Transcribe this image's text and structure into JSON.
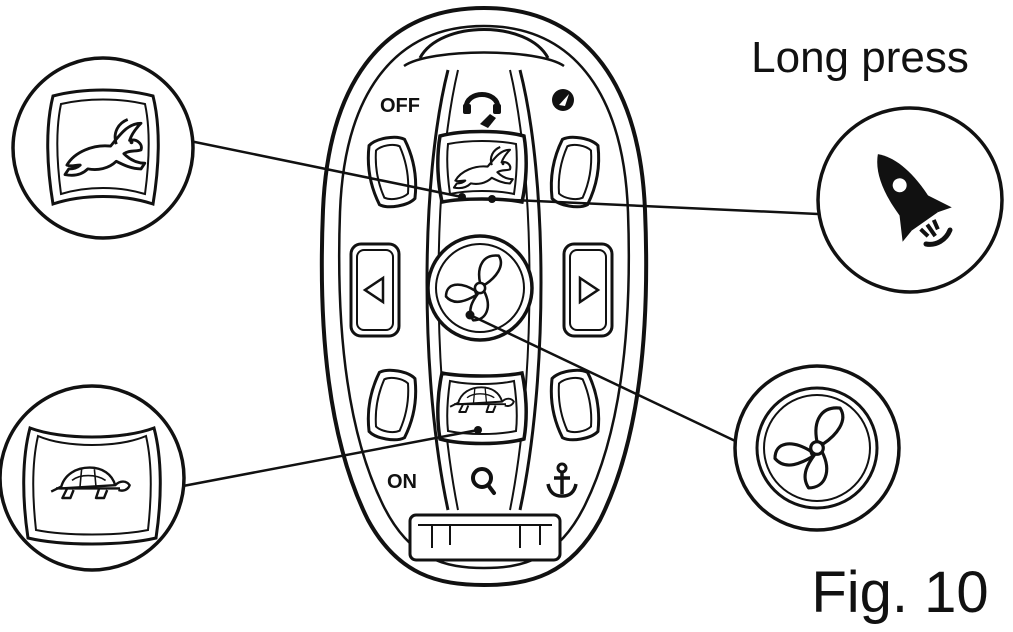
{
  "annotation": {
    "long_press_label": "Long press"
  },
  "figure": {
    "caption": "Fig. 10"
  },
  "remote": {
    "labels": {
      "off": "OFF",
      "on": "ON"
    },
    "icons": {
      "top_center": "autopilot-rocket-icon",
      "top_right": "compass-icon",
      "bottom_center": "search-icon",
      "bottom_right": "anchor-icon",
      "speed_up": "rabbit-icon",
      "speed_down": "turtle-icon",
      "center": "propeller-icon",
      "left": "arrow-left-icon",
      "right": "arrow-right-icon"
    }
  },
  "callouts": [
    {
      "id": "rabbit-callout",
      "icon": "rabbit-icon"
    },
    {
      "id": "turtle-callout",
      "icon": "turtle-icon"
    },
    {
      "id": "rocket-callout",
      "icon": "rocket-icon"
    },
    {
      "id": "propeller-callout",
      "icon": "propeller-icon"
    }
  ],
  "colors": {
    "ink": "#111111",
    "background": "#ffffff"
  }
}
